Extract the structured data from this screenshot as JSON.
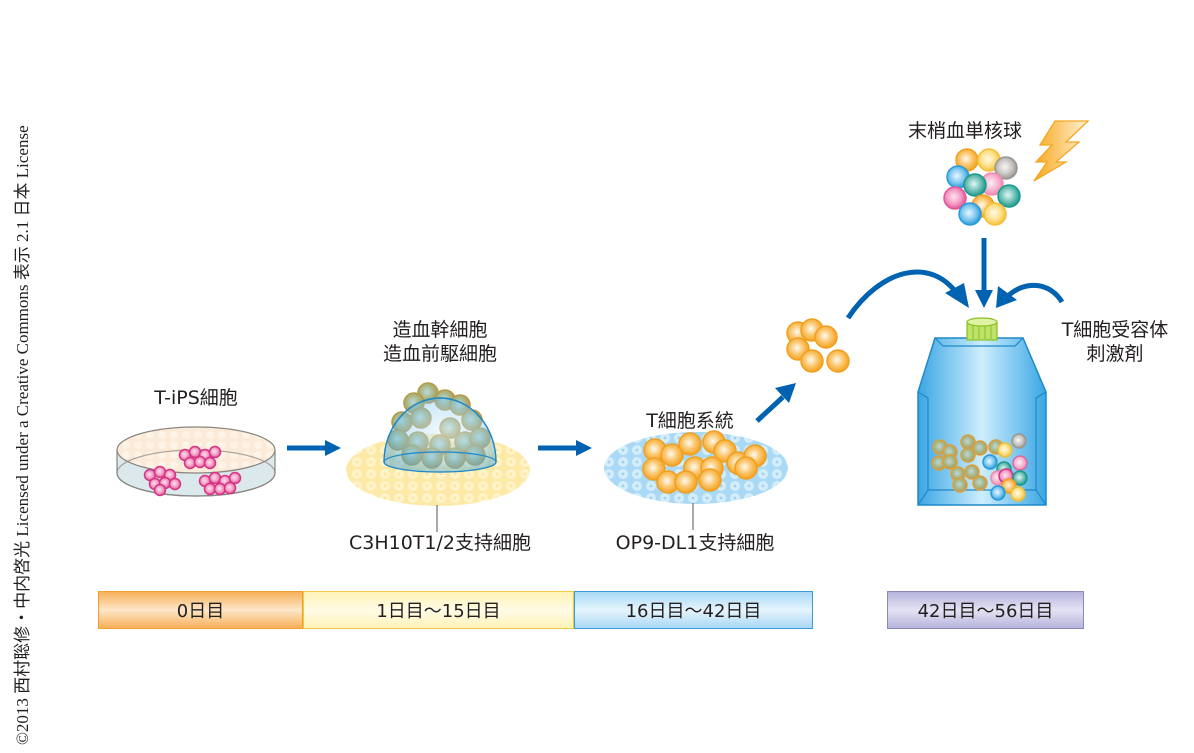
{
  "credit": "©2013 西村聡修・中内啓光 Licensed under a Creative Commons 表示 2.1 日本 License",
  "stages": {
    "tips": {
      "label": "T-iPS細胞"
    },
    "hsc": {
      "label_line1": "造血幹細胞",
      "label_line2": "造血前駆細胞",
      "feeder": "C3H10T1/2支持細胞"
    },
    "tcell": {
      "label": "T細胞系統",
      "feeder": "OP9-DL1支持細胞"
    },
    "pbmc": {
      "label": "末梢血単核球"
    },
    "tcr": {
      "label_line1": "T細胞受容体",
      "label_line2": "刺激剤"
    }
  },
  "timeline": [
    {
      "label": "0日目",
      "color_from": "#f7b05a",
      "color_to": "#fde7c8",
      "border": "#f0a030"
    },
    {
      "label": "1日目〜15日目",
      "color_from": "#fff3b8",
      "color_to": "#fffbe6",
      "border": "#f5c842"
    },
    {
      "label": "16日目〜42日目",
      "color_from": "#a9d8f5",
      "color_to": "#e6f5fd",
      "border": "#3a9bd8"
    },
    {
      "label": "42日目〜56日目",
      "color_from": "#b6b4dc",
      "color_to": "#e4e3f3",
      "border": "#8a88c0"
    }
  ],
  "colors": {
    "arrow": "#0063b1",
    "cell_orange": "#f5a623",
    "ips_pink": "#d63384",
    "flask": "#3ea8e5",
    "cap": "#a6d23a",
    "lightning": "#f7b234"
  }
}
